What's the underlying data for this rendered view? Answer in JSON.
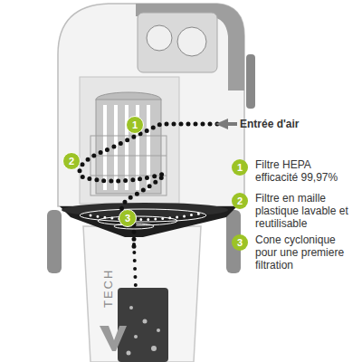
{
  "diagram": {
    "labels": [
      "Entrée d'air",
      "1",
      "2",
      "3",
      "1",
      "Filtre HEPA efficacité 99,97%",
      "2",
      "Filtre en maille plastique lavable et reutilisable",
      "3",
      "Cone cyclonique pour une premiere filtration",
      "TECH"
    ]
  }
}
